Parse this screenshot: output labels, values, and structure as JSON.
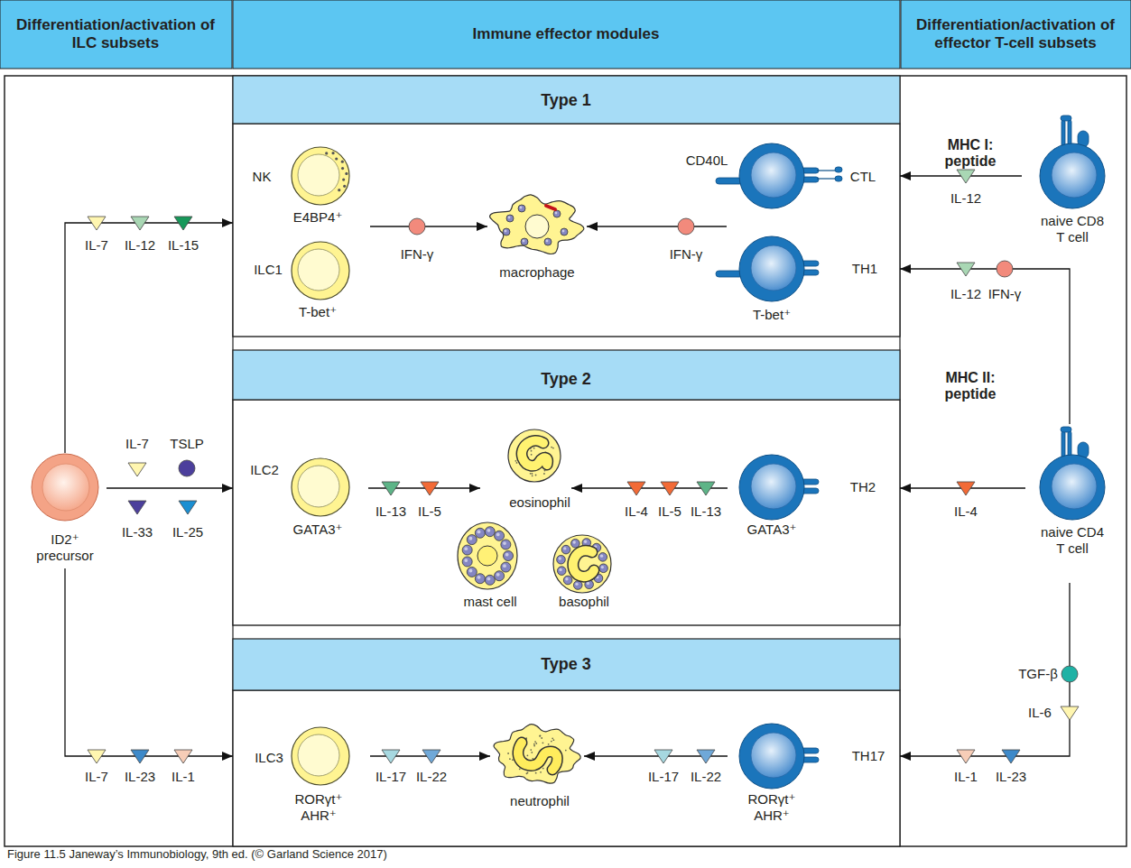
{
  "diagram": {
    "caption": "Figure 11.5 Janeway’s Immunobiology, 9th ed. (© Garland Science 2017)",
    "nodes": [
      {
        "text": [
          "Differentiation/activation of ILC subsets"
        ]
      },
      {
        "text": [
          "Immune effector modules"
        ]
      },
      {
        "text": [
          "Differentiation/activation of effector T-cell subsets"
        ]
      },
      {
        "text": [
          "Type 1"
        ]
      },
      {
        "text": [
          "NK",
          "E4BP4⁺"
        ],
        "in": 3
      },
      {
        "text": [
          "ILC1",
          "T-bet⁺"
        ],
        "in": 3
      },
      {
        "text": [
          "macrophage"
        ],
        "in": 3
      },
      {
        "text": [
          "CTL"
        ],
        "in": 3
      },
      {
        "text": [
          "TH1",
          "T-bet⁺"
        ],
        "in": 3
      },
      {
        "text": [
          "Type 2"
        ]
      },
      {
        "text": [
          "ILC2",
          "GATA3⁺"
        ],
        "in": 9
      },
      {
        "text": [
          "eosinophil"
        ],
        "in": 9
      },
      {
        "text": [
          "mast cell"
        ],
        "in": 9
      },
      {
        "text": [
          "basophil"
        ],
        "in": 9
      },
      {
        "text": [
          "TH2",
          "GATA3⁺"
        ],
        "in": 9
      },
      {
        "text": [
          "Type 3"
        ]
      },
      {
        "text": [
          "ILC3",
          "RORγt⁺ AHR⁺"
        ],
        "in": 15
      },
      {
        "text": [
          "neutrophil"
        ],
        "in": 15
      },
      {
        "text": [
          "TH17",
          "RORγt⁺ AHR⁺"
        ],
        "in": 15
      },
      {
        "text": [
          "ID2⁺ precursor"
        ]
      },
      {
        "text": [
          "naive CD8 T cell"
        ]
      },
      {
        "text": [
          "naive CD4 T cell"
        ]
      }
    ],
    "edges": [
      {
        "from": 19,
        "to": 3,
        "arrow": "to"
      },
      {
        "from": 19,
        "to": 9,
        "arrow": "to"
      },
      {
        "from": 19,
        "to": 15,
        "arrow": "to"
      },
      {
        "from": 4,
        "to": 6,
        "arrow": "to"
      },
      {
        "from": 8,
        "to": 6,
        "arrow": "to"
      },
      {
        "from": 10,
        "to": 11,
        "arrow": "to"
      },
      {
        "from": 14,
        "to": 11,
        "arrow": "to"
      },
      {
        "from": 16,
        "to": 17,
        "arrow": "to"
      },
      {
        "from": 18,
        "to": 17,
        "arrow": "to"
      },
      {
        "from": 20,
        "to": 3,
        "arrow": "to"
      },
      {
        "from": 21,
        "to": 3,
        "arrow": "to"
      },
      {
        "from": 21,
        "to": 9,
        "arrow": "to"
      },
      {
        "from": 21,
        "to": 15,
        "arrow": "to"
      }
    ],
    "labels": [
      "IL-7",
      "IL-12",
      "IL-15",
      "IFN-γ",
      "IFN-γ",
      "CD40L",
      "MHC I: peptide",
      "IL-12",
      "IL-12",
      "IFN-γ",
      "MHC II: peptide",
      "IL-7",
      "TSLP",
      "IL-33",
      "IL-25",
      "IL-13",
      "IL-5",
      "IL-4",
      "IL-5",
      "IL-13",
      "IL-4",
      "TGF-β",
      "IL-6",
      "IL-7",
      "IL-23",
      "IL-1",
      "IL-17",
      "IL-22",
      "IL-17",
      "IL-22",
      "IL-1",
      "IL-23"
    ]
  }
}
